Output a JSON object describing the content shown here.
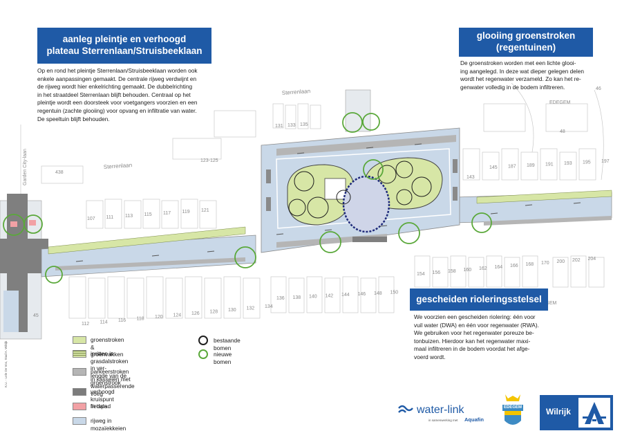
{
  "titles": {
    "left_line1": "aanleg pleintje en verhoogd",
    "left_line2": "plateau Sterrenlaan/Struisbeeklaan",
    "right_line1": "glooiing groenstroken",
    "right_line2": "(regentuinen)",
    "sewer": "gescheiden rioleringsstelsel"
  },
  "descriptions": {
    "left": [
      "Op en rond het pleintje Sterrenlaan/Struisbeeklaan worden ook",
      "enkele aanpassingen gemaakt. De centrale rijweg verdwijnt en",
      "de rijweg wordt hier enkelrichting gemaakt. De dubbelrichting",
      "in het straatdeel Sterrenlaan blijft behouden. Centraal op het",
      "pleintje wordt een doorsteek voor voetgangers voorzien en een",
      "regentuin (zachte glooiing) voor opvang en infiltratie van water.",
      "De speeltuin blijft behouden."
    ],
    "right": [
      "De groenstroken worden met een lichte glooi-",
      "ing aangelegd. In deze wat dieper gelegen delen",
      "wordt het regenwater verzameld. Zo kan het re-",
      "genwater volledig in de bodem infiltreren."
    ],
    "sewer": [
      "We voorzien een gescheiden riolering: één voor",
      "vuil water (DWA) en één voor regenwater (RWA).",
      "We gebruiken voor het regenwater poreuze be-",
      "tonbuizen. Hierdoor kan het regenwater maxi-",
      "maal infiltreren in de bodem voordat het afge-",
      "voerd wordt."
    ]
  },
  "legend": {
    "green": "groenstroken & groenvakken",
    "driveway_1": "inritten in grasdalstroken in ver-",
    "driveway_2": "lengde van de groenstrook",
    "parking_1": "parkeerstroken in kasseien met",
    "parking_2": "waterpasserende voeg",
    "raised": "verhoogd kruispunt in dals",
    "bike": "fietspad",
    "road": "rijweg in mozaïekkeien",
    "existing_trees": "bestaande bomen",
    "new_trees": "nieuwe bomen"
  },
  "map_labels": {
    "street_sterrenlaan_top": "Sterrenlaan",
    "street_sterrenlaan_left": "Sterrenlaan",
    "street_garden_city": "Garden City-laan",
    "district_right": "EDEGEM",
    "district_bottom": "EDEGEM",
    "house_numbers_top": [
      "131",
      "133",
      "135"
    ],
    "house_number_123": "123-125",
    "house_number_438": "438",
    "house_numbers_left": [
      "107",
      "111",
      "113",
      "115",
      "117",
      "119",
      "121"
    ],
    "house_numbers_right_top": [
      "145",
      "187",
      "189",
      "191",
      "193",
      "195",
      "197"
    ],
    "house_number_48": "48",
    "house_number_143": "143",
    "house_number_46": "46",
    "house_numbers_bottom_left": [
      "112",
      "114",
      "116",
      "118",
      "120",
      "124",
      "126",
      "128",
      "130",
      "132",
      "134"
    ],
    "house_numbers_bottom_mid": [
      "136",
      "138",
      "140",
      "142",
      "144",
      "146",
      "148",
      "150"
    ],
    "house_numbers_right_bottom": [
      "154",
      "156",
      "158",
      "160",
      "162",
      "164",
      "166",
      "168",
      "170",
      "200",
      "202",
      "204"
    ],
    "house_number_45": "45"
  },
  "logos": {
    "water_link": "water-link",
    "water_link_sub": "in samenwerking met",
    "aquafin": "Aquafin",
    "edegem": "EDEGEM",
    "wilrijk": "Wilrijk"
  },
  "credit": "K.U. - Lele De Vos, Stad A. Wilrijk",
  "colors": {
    "title_bg": "#1f5aa6",
    "green": "#d7e6a6",
    "road": "#c9d8e8",
    "parking": "#b5b5b5",
    "raised": "#7c7c7c",
    "bike": "#f2a1a5",
    "new_tree": "#5aa83a",
    "existing_tree": "#1e1e1e"
  }
}
